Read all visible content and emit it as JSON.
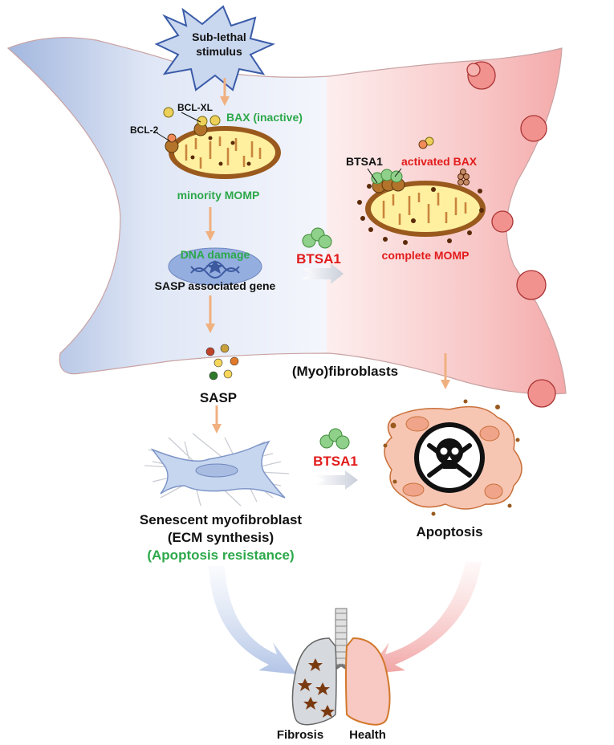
{
  "stimulus": {
    "text_line1": "Sub-lethal",
    "text_line2": "stimulus"
  },
  "left_cell": {
    "bcl_xl": "BCL-XL",
    "bcl_2": "BCL-2",
    "bax_inactive": "BAX  (inactive)",
    "minority_momp": "minority MOMP",
    "dna_damage": "DNA damage",
    "sasp_gene": "SASP associated gene"
  },
  "right_cell": {
    "btsa1": "BTSA1",
    "activated_bax": "activated BAX",
    "complete_momp": "complete MOMP"
  },
  "drug_label_1": "BTSA1",
  "drug_label_2": "BTSA1",
  "cell_label": "(Myo)fibroblasts",
  "sasp": "SASP",
  "senescent": {
    "line1": "Senescent myofibroblast",
    "line2": "(ECM synthesis)",
    "line3": "(Apoptosis resistance)"
  },
  "apoptosis": "Apoptosis",
  "fibrosis": "Fibrosis",
  "health": "Health",
  "colors": {
    "green_text": "#2ca84a",
    "red_text": "#e21b1b",
    "arrow": "#f0b080",
    "left_cell": "#b9c9e6",
    "right_cell": "#f7b3b3",
    "mito_outer": "#9a5a1e",
    "mito_inner": "#fff0a0",
    "btsa1_green": "#8fd18a"
  }
}
